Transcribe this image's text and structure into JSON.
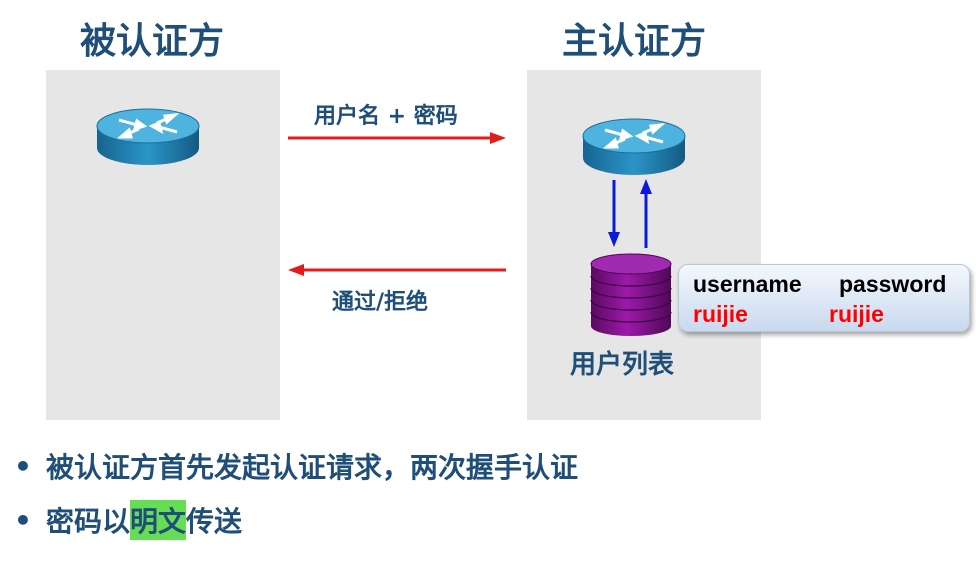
{
  "titles": {
    "left": "被认证方",
    "right": "主认证方"
  },
  "arrows": {
    "request_label": "用户名 + 密码",
    "response_label": "通过/拒绝"
  },
  "database": {
    "label": "用户列表"
  },
  "callout": {
    "col1_header": "username",
    "col2_header": "password",
    "col1_value": "ruijie",
    "col2_value": "ruijie"
  },
  "bullets": [
    {
      "text": "被认证方首先发起认证请求，两次握手认证"
    },
    {
      "before": "密码以",
      "highlight": "明文",
      "after": "传送"
    }
  ],
  "colors": {
    "title": "#1f4e79",
    "panel": "#e7e6e6",
    "red_arrow": "#e31b1b",
    "blue_arrow": "#0a1adb",
    "router": "#2a8fc0",
    "database": "#7a0f84",
    "highlight": "#66dd55"
  },
  "icons": [
    "router-icon",
    "database-icon"
  ]
}
